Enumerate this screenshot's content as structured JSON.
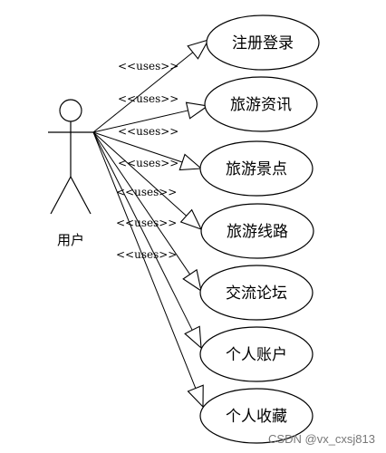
{
  "actor": {
    "label": "用户"
  },
  "stereotype": "<<uses>>",
  "use_cases": [
    {
      "label": "注册登录"
    },
    {
      "label": "旅游资讯"
    },
    {
      "label": "旅游景点"
    },
    {
      "label": "旅游线路"
    },
    {
      "label": "交流论坛"
    },
    {
      "label": "个人账户"
    },
    {
      "label": "个人收藏"
    }
  ],
  "watermark": "CSDN @vx_cxsj813",
  "colors": {
    "stroke": "#000000",
    "background": "#ffffff",
    "watermark": "#777777"
  }
}
